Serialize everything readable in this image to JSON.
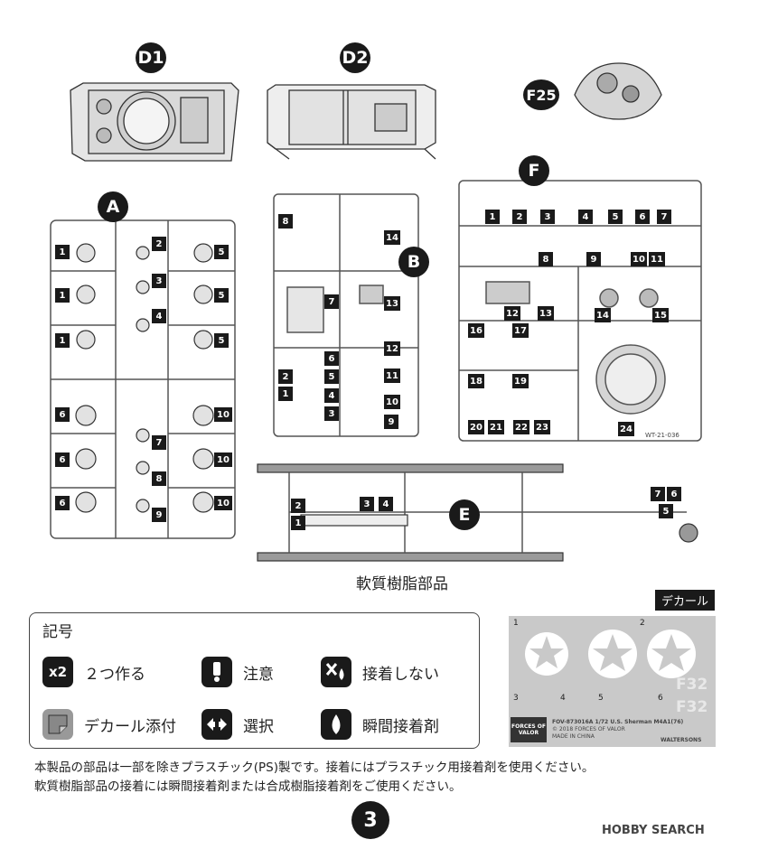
{
  "parts": {
    "D1": "D1",
    "D2": "D2",
    "F25": "F25",
    "A": "A",
    "B": "B",
    "F": "F",
    "E": "E",
    "A_left": [
      "1",
      "1",
      "1",
      "6",
      "6",
      "6"
    ],
    "A_mid": [
      "2",
      "3",
      "4",
      "7",
      "8",
      "9"
    ],
    "A_right": [
      "5",
      "5",
      "5",
      "10",
      "10",
      "10"
    ],
    "B_top": [
      "8",
      "14",
      "7",
      "13"
    ],
    "B_left": [
      "6",
      "2",
      "5",
      "1",
      "4",
      "3"
    ],
    "B_right": [
      "12",
      "11",
      "10",
      "9"
    ],
    "F_row1": [
      "1",
      "2",
      "3",
      "4",
      "5",
      "6",
      "7"
    ],
    "F_row2": [
      "8",
      "9",
      "10",
      "11"
    ],
    "F_row3": [
      "12",
      "13",
      "14",
      "15"
    ],
    "F_row4": [
      "16",
      "17"
    ],
    "F_row5": [
      "18",
      "19"
    ],
    "F_row6": [
      "20",
      "21",
      "22",
      "23",
      "24"
    ],
    "F_code": "WT-21-036",
    "E_nums": [
      "2",
      "1",
      "3",
      "4",
      "7",
      "6",
      "5"
    ]
  },
  "soft_label": "軟質樹脂部品",
  "decal_tag": "デカール",
  "legend": {
    "title": "記号",
    "x2_icon": "x2",
    "x2_label": "２つ作る",
    "caution_label": "注意",
    "nocement_label": "接着しない",
    "decal_label": "デカール添付",
    "select_label": "選択",
    "glue_label": "瞬間接着剤"
  },
  "decal": {
    "nums": [
      "1",
      "2",
      "3",
      "4",
      "5",
      "6"
    ],
    "f32a": "F32",
    "f32b": "F32",
    "product_line1": "FOV-873016A  1/72 U.S. Sherman M4A1(76)",
    "product_line2": "© 2018 FORCES OF VALOR",
    "product_line3": "MADE IN CHINA",
    "brand": "WALTERSONS",
    "fov_logo": "FORCES OF VALOR"
  },
  "notes": {
    "line1": "本製品の部品は一部を除きプラスチック(PS)製です。接着にはプラスチック用接着剤を使用ください。",
    "line2": "軟質樹脂部品の接着には瞬間接着剤または合成樹脂接着剤をご使用ください。"
  },
  "page_number": "3",
  "watermark": "HOBBY SEARCH"
}
